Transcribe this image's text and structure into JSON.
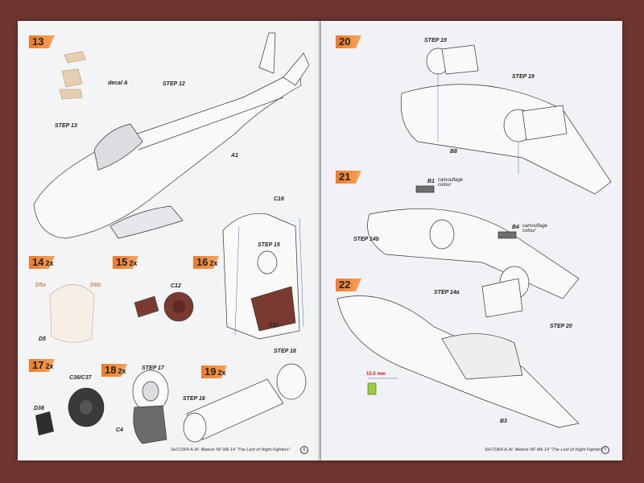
{
  "left_page": {
    "steps": [
      {
        "num": "13",
        "mult": ""
      },
      {
        "num": "14",
        "mult": "2x"
      },
      {
        "num": "15",
        "mult": "2x"
      },
      {
        "num": "16",
        "mult": "2x"
      },
      {
        "num": "17",
        "mult": "2x"
      },
      {
        "num": "18",
        "mult": "2x"
      },
      {
        "num": "19",
        "mult": "2x"
      }
    ],
    "labels": {
      "step12": "STEP 12",
      "step13": "STEP 13",
      "a1": "A1",
      "c16": "C16",
      "step15": "STEP 15",
      "c11": "C11",
      "c12": "C12",
      "d5a": "D5a",
      "d6b": "D6b",
      "d5": "D5",
      "c36c37": "C36/C37",
      "d38": "D38",
      "c4": "C4",
      "step17": "STEP 17",
      "step16": "STEP 16",
      "step18": "STEP 18",
      "decal": "decal A"
    },
    "footer": "SH72364  A.W. Meteor NF Mk.14 \"The Last of Night Fighters\"",
    "page_number": "6"
  },
  "right_page": {
    "steps": [
      {
        "num": "20",
        "mult": ""
      },
      {
        "num": "21",
        "mult": ""
      },
      {
        "num": "22",
        "mult": ""
      }
    ],
    "labels": {
      "step19_a": "STEP 19",
      "step19_b": "STEP 19",
      "b8": "B8",
      "b1": "B1",
      "camo1": "camouflage colour",
      "b4": "B4",
      "camo2": "camouflage colour",
      "step14b": "STEP 14b",
      "step14a": "STEP 14a",
      "step20": "STEP 20",
      "dim": "15.0 mm",
      "b3": "B3"
    },
    "footer": "SH72364  A.W. Meteor NF Mk.14 \"The Last of Night Fighters\"",
    "page_number": "7"
  },
  "colors": {
    "background": "#6e3530",
    "page": "#f3f4f6",
    "step_flag": "#f07a2a",
    "red_part": "#7a3a32",
    "guide_line": "#3b6fb0"
  }
}
